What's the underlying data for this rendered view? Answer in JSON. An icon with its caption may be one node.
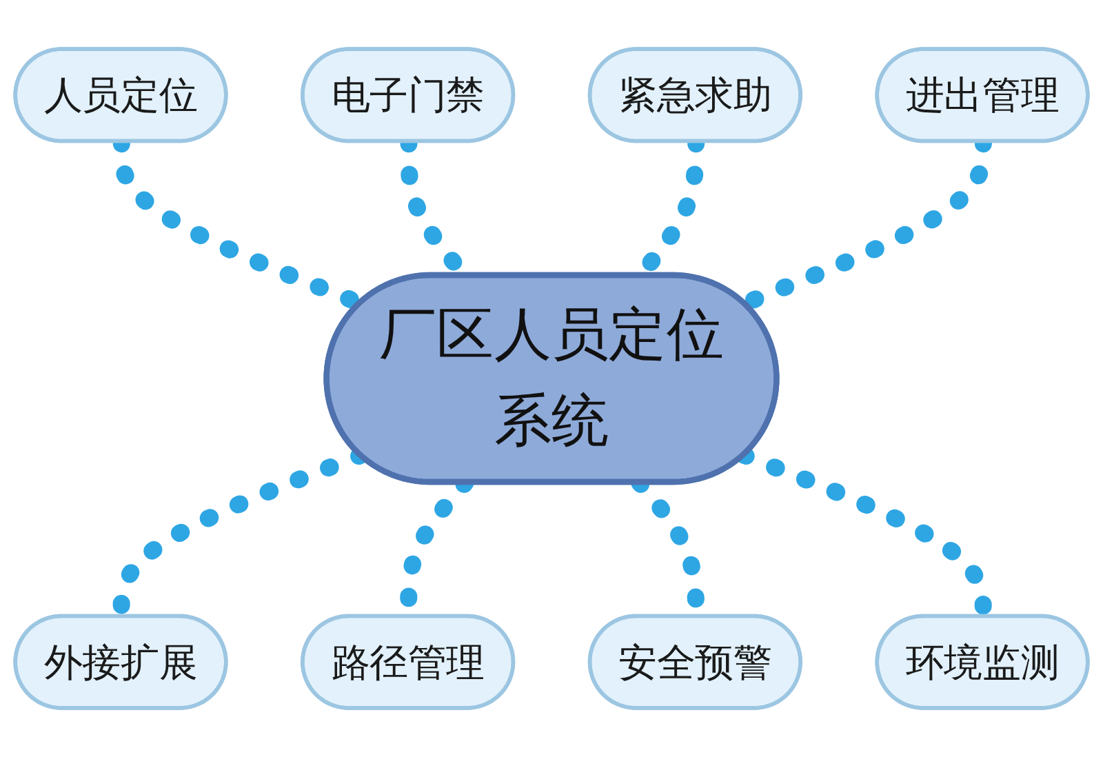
{
  "diagram": {
    "nodes": [
      {
        "text": [
          "人员定位"
        ]
      },
      {
        "text": [
          "电子门禁"
        ]
      },
      {
        "text": [
          "紧急求助"
        ]
      },
      {
        "text": [
          "进出管理"
        ]
      },
      {
        "text": [
          "厂区人员定位系统"
        ]
      },
      {
        "text": [
          "外接扩展"
        ]
      },
      {
        "text": [
          "路径管理"
        ]
      },
      {
        "text": [
          "安全预警"
        ]
      },
      {
        "text": [
          "环境监测"
        ]
      }
    ],
    "edges": [
      {
        "from": 0,
        "to": 4,
        "arrow": "none",
        "style": "dashed"
      },
      {
        "from": 1,
        "to": 4,
        "arrow": "none",
        "style": "dashed"
      },
      {
        "from": 2,
        "to": 4,
        "arrow": "none",
        "style": "dashed"
      },
      {
        "from": 3,
        "to": 4,
        "arrow": "none",
        "style": "dashed"
      },
      {
        "from": 4,
        "to": 5,
        "arrow": "none",
        "style": "dashed"
      },
      {
        "from": 4,
        "to": 6,
        "arrow": "none",
        "style": "dashed"
      },
      {
        "from": 4,
        "to": 7,
        "arrow": "none",
        "style": "dashed"
      },
      {
        "from": 4,
        "to": 8,
        "arrow": "none",
        "style": "dashed"
      }
    ]
  }
}
